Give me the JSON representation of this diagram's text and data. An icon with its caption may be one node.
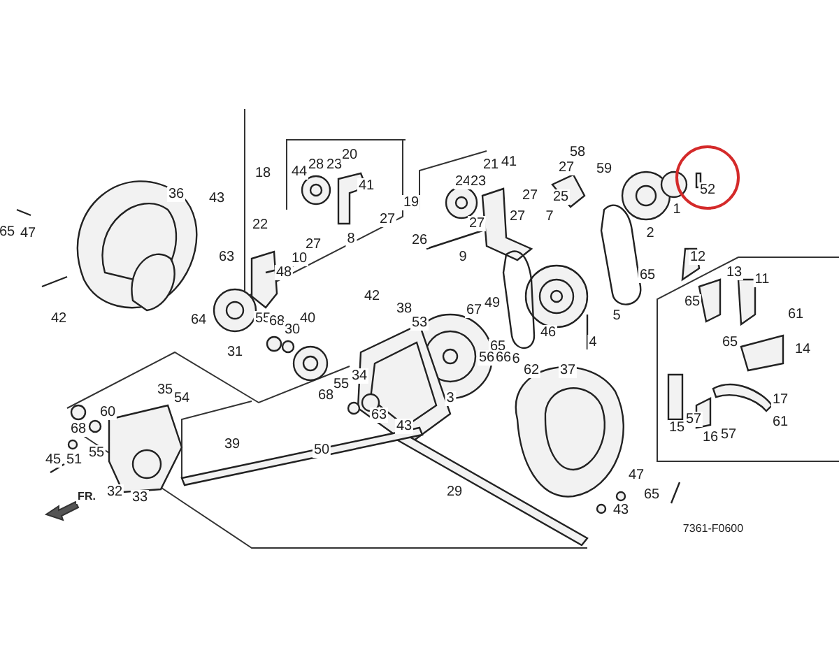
{
  "diagram": {
    "labels": [
      "58",
      "52",
      "27",
      "21",
      "41",
      "59",
      "28",
      "23",
      "20",
      "18",
      "44",
      "24",
      "23",
      "41",
      "36",
      "43",
      "19",
      "27",
      "1",
      "25",
      "27",
      "27",
      "27",
      "65",
      "47",
      "7",
      "8",
      "22",
      "26",
      "2",
      "9",
      "10",
      "27",
      "12",
      "63",
      "48",
      "65",
      "13",
      "11",
      "67",
      "49",
      "61",
      "42",
      "38",
      "53",
      "65",
      "5",
      "42",
      "65",
      "64",
      "55",
      "68",
      "30",
      "40",
      "14",
      "4",
      "46",
      "65",
      "56",
      "66",
      "6",
      "62",
      "31",
      "3",
      "37",
      "34",
      "55",
      "68",
      "35",
      "54",
      "60",
      "17",
      "63",
      "43",
      "61",
      "57",
      "68",
      "15",
      "16",
      "57",
      "39",
      "50",
      "55",
      "45",
      "51",
      "47",
      "29",
      "32",
      "33",
      "FR.",
      "65",
      "43",
      "7361-F0600"
    ]
  }
}
